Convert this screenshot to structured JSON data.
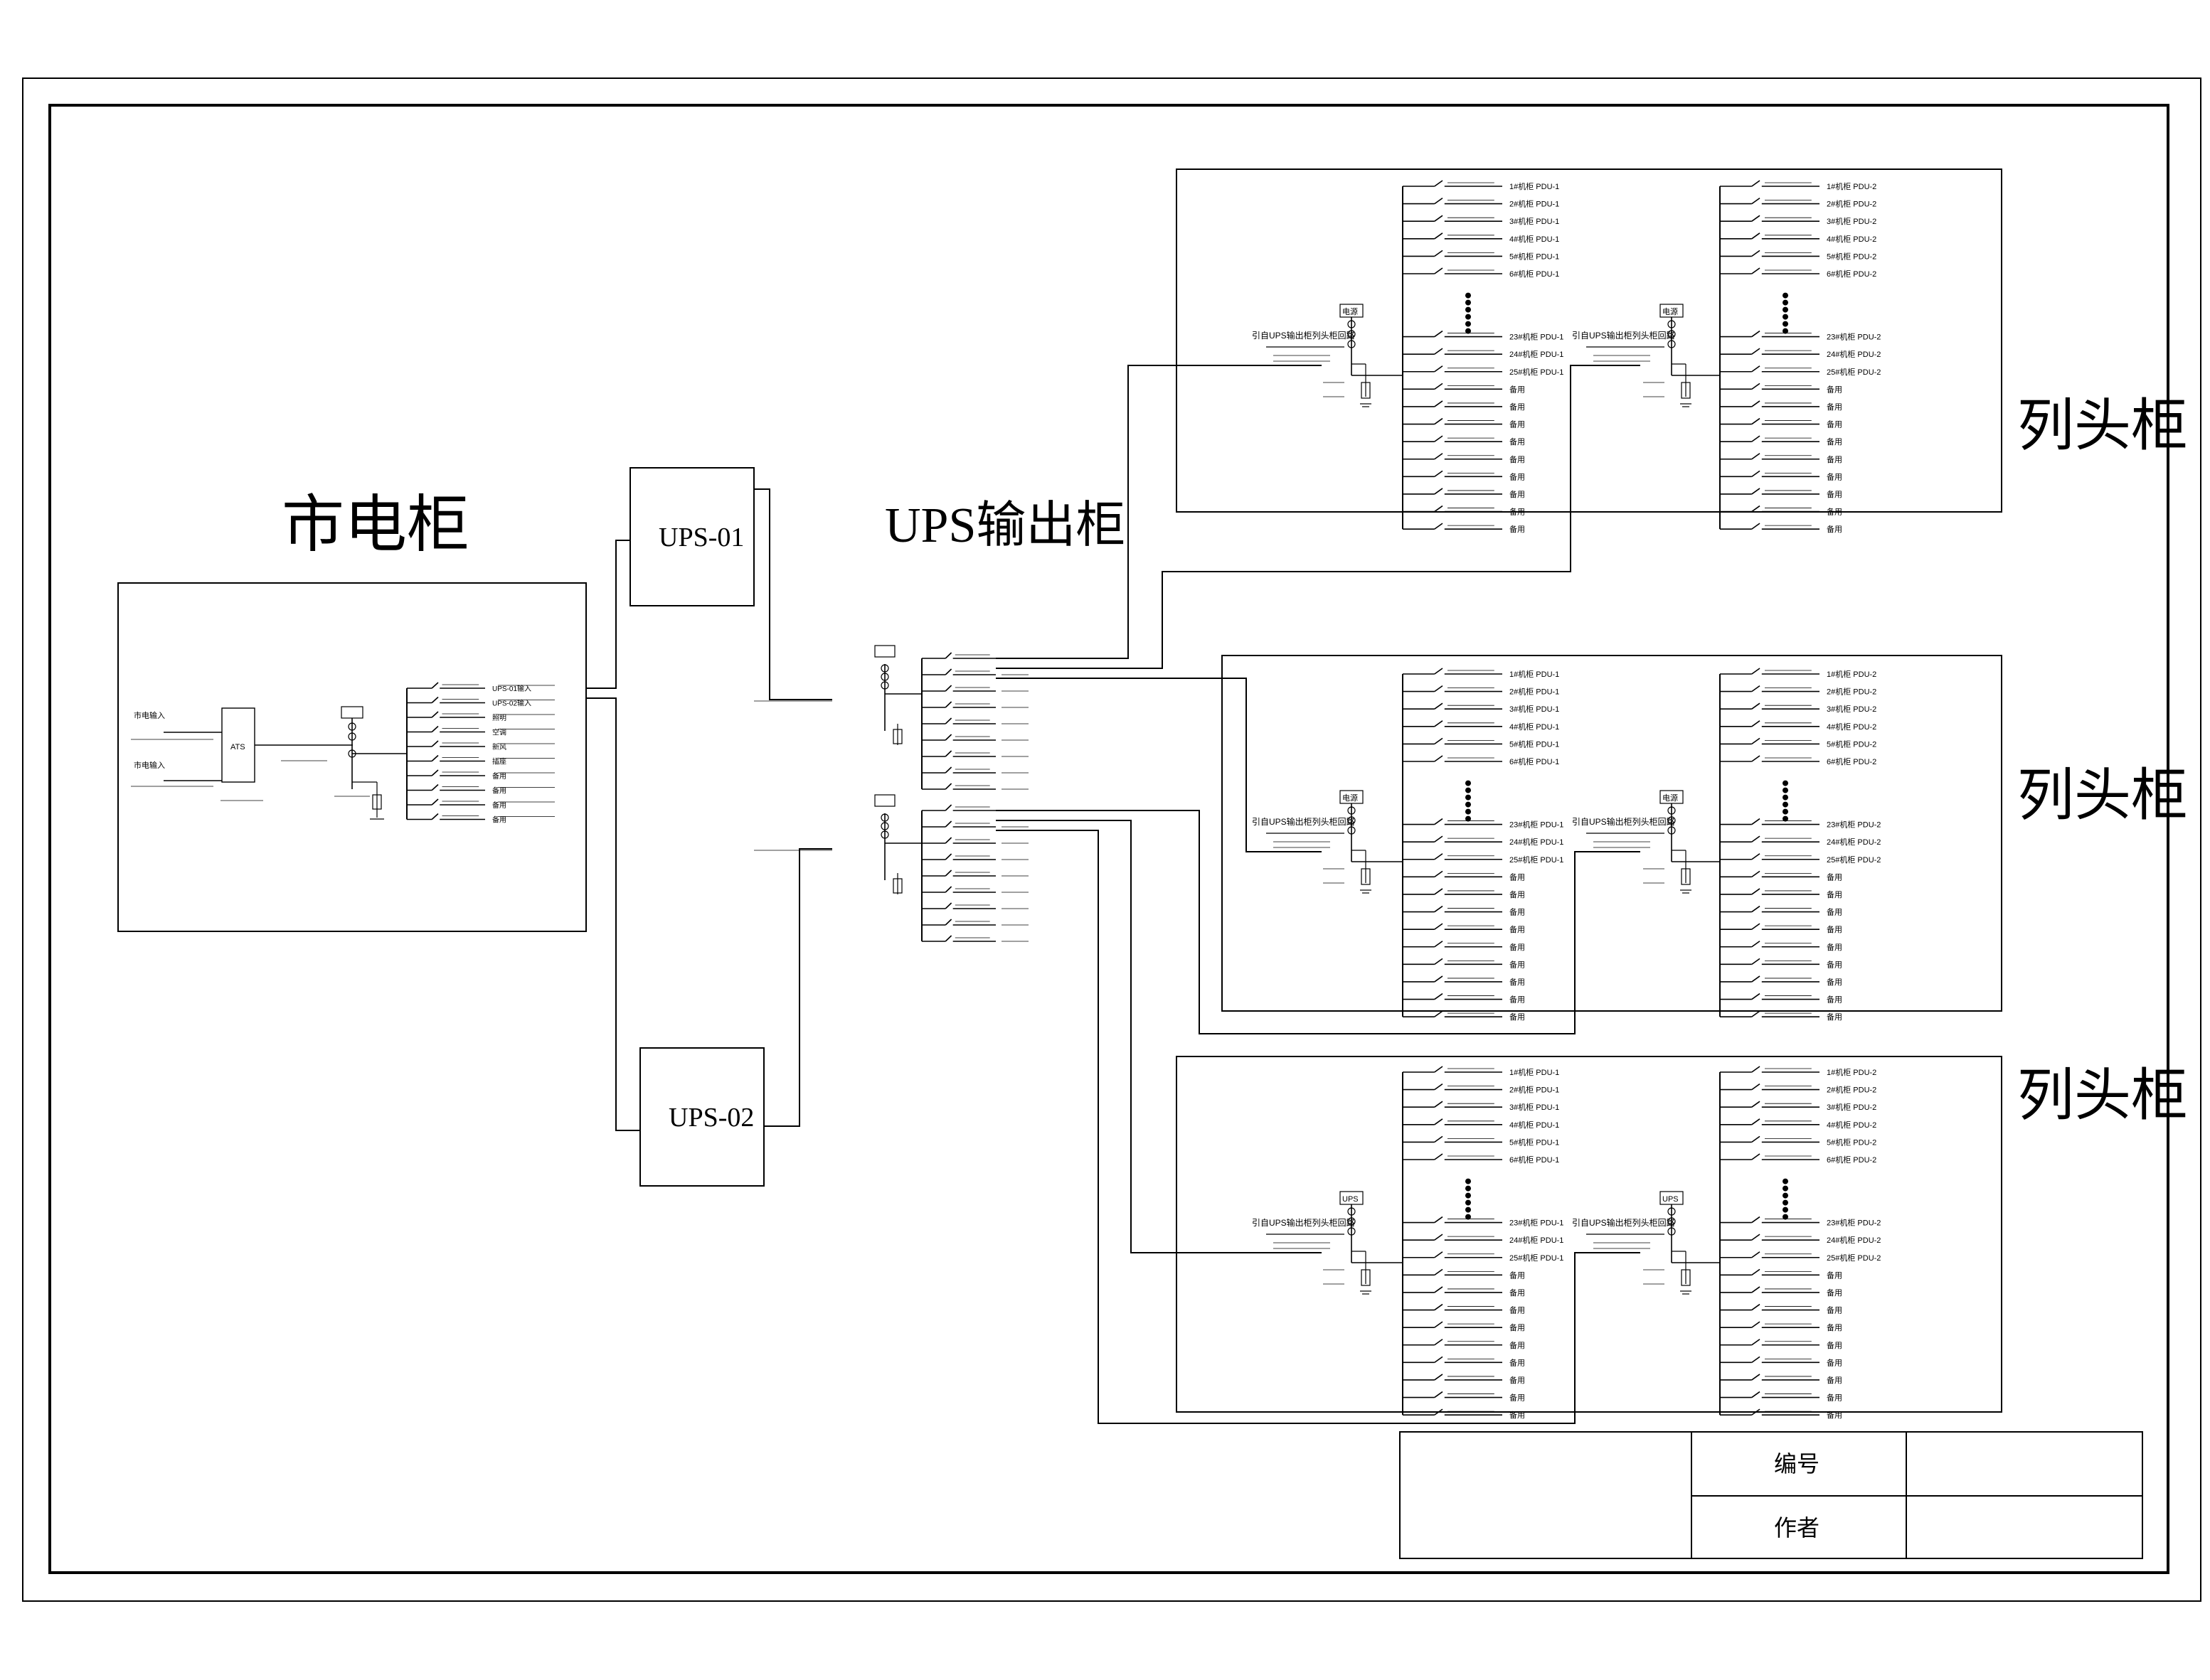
{
  "titles": {
    "mains_cabinet": "市电柜",
    "ups_output_cabinet": "UPS输出柜",
    "row_head_cabinet": "列头柜"
  },
  "ups_units": [
    "UPS-01",
    "UPS-02"
  ],
  "title_block": {
    "number_label": "编号",
    "author_label": "作者"
  },
  "row_panels": {
    "incoming_tags": [
      "电源",
      "电源",
      "电源",
      "电源",
      "UPS",
      "UPS"
    ],
    "incoming_labels": [
      "引自UPS输出柜列头柜回路",
      "引自UPS输出柜列头柜回路",
      "引自UPS输出柜列头柜回路",
      "引自UPS输出柜列头柜回路",
      "引自UPS输出柜列头柜回路",
      "引自UPS输出柜列头柜回路"
    ],
    "pdu_circuits_a": [
      "1#机柜 PDU-1",
      "2#机柜 PDU-1",
      "3#机柜 PDU-1",
      "4#机柜 PDU-1",
      "5#机柜 PDU-1",
      "6#机柜 PDU-1"
    ],
    "pdu_circuits_a_tail": [
      "23#机柜 PDU-1",
      "24#机柜 PDU-1",
      "25#机柜 PDU-1"
    ],
    "pdu_circuits_b": [
      "1#机柜 PDU-2",
      "2#机柜 PDU-2",
      "3#机柜 PDU-2",
      "4#机柜 PDU-2",
      "5#机柜 PDU-2",
      "6#机柜 PDU-2"
    ],
    "pdu_circuits_b_tail": [
      "23#机柜 PDU-2",
      "24#机柜 PDU-2",
      "25#机柜 PDU-2"
    ],
    "spare_label": "备用"
  },
  "mains_panel": {
    "inputs": [
      "市电输入",
      "市电输入"
    ],
    "ats_label": "ATS",
    "outgoing": [
      "UPS-01输入",
      "UPS-02输入",
      "照明",
      "空调",
      "新风",
      "插座",
      "备用",
      "备用",
      "备用",
      "备用"
    ]
  }
}
